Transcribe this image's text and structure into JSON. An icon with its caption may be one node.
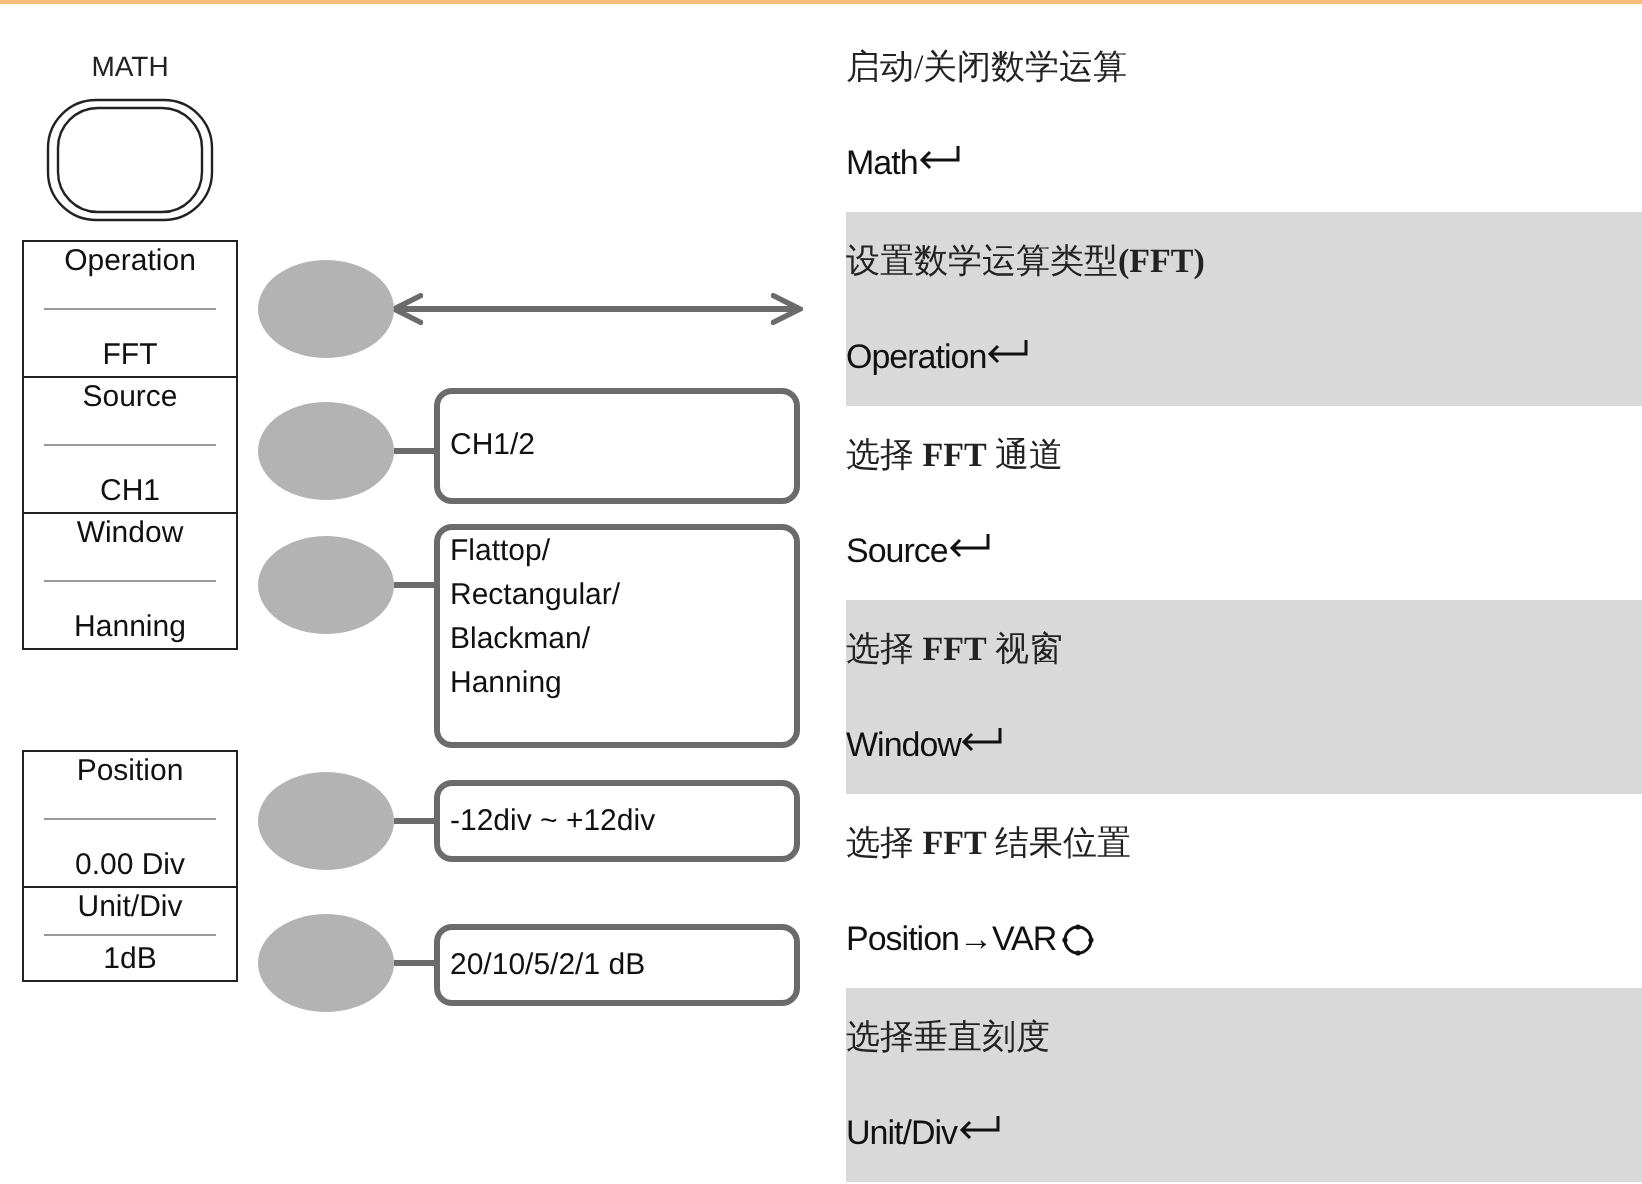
{
  "diagram": {
    "nodes": [
      {
        "text": [
          "MATH"
        ]
      },
      {
        "text": [
          "Operation",
          "FFT"
        ]
      },
      {
        "text": [
          "Source",
          "CH1"
        ]
      },
      {
        "text": [
          "Window",
          "Hanning"
        ]
      },
      {
        "text": [
          "Position",
          "0.00 Div"
        ]
      },
      {
        "text": [
          "Unit/Div",
          "1dB"
        ]
      },
      {
        "text": [],
        "shape": "circle"
      },
      {
        "text": [],
        "shape": "circle"
      },
      {
        "text": [],
        "shape": "circle"
      },
      {
        "text": [],
        "shape": "circle"
      },
      {
        "text": [],
        "shape": "circle"
      },
      {
        "text": [
          "CH1/2"
        ]
      },
      {
        "text": [
          "Flattop/ Rectangular/ Blackman/ Hanning"
        ]
      },
      {
        "text": [
          "-12div ~ +12div"
        ]
      },
      {
        "text": [
          "20/10/5/2/1 dB"
        ]
      }
    ],
    "edges": [
      {
        "from": 6,
        "to": null,
        "arrow": "both"
      },
      {
        "from": 7,
        "to": 11,
        "arrow": "none"
      },
      {
        "from": 8,
        "to": 12,
        "arrow": "none"
      },
      {
        "from": 9,
        "to": 13,
        "arrow": "none"
      },
      {
        "from": 10,
        "to": 14,
        "arrow": "none"
      }
    ],
    "labels": [
      "启动/关闭数学运算",
      "Math",
      "设置数学运算类型**(FFT)**",
      "Operation",
      "选择 **FFT** 通道",
      "Source",
      "选择 **FFT** 视窗",
      "Window",
      "选择 **FFT** 结果位置",
      "Position→VAR",
      "选择垂直刻度",
      "Unit/Div"
    ]
  }
}
